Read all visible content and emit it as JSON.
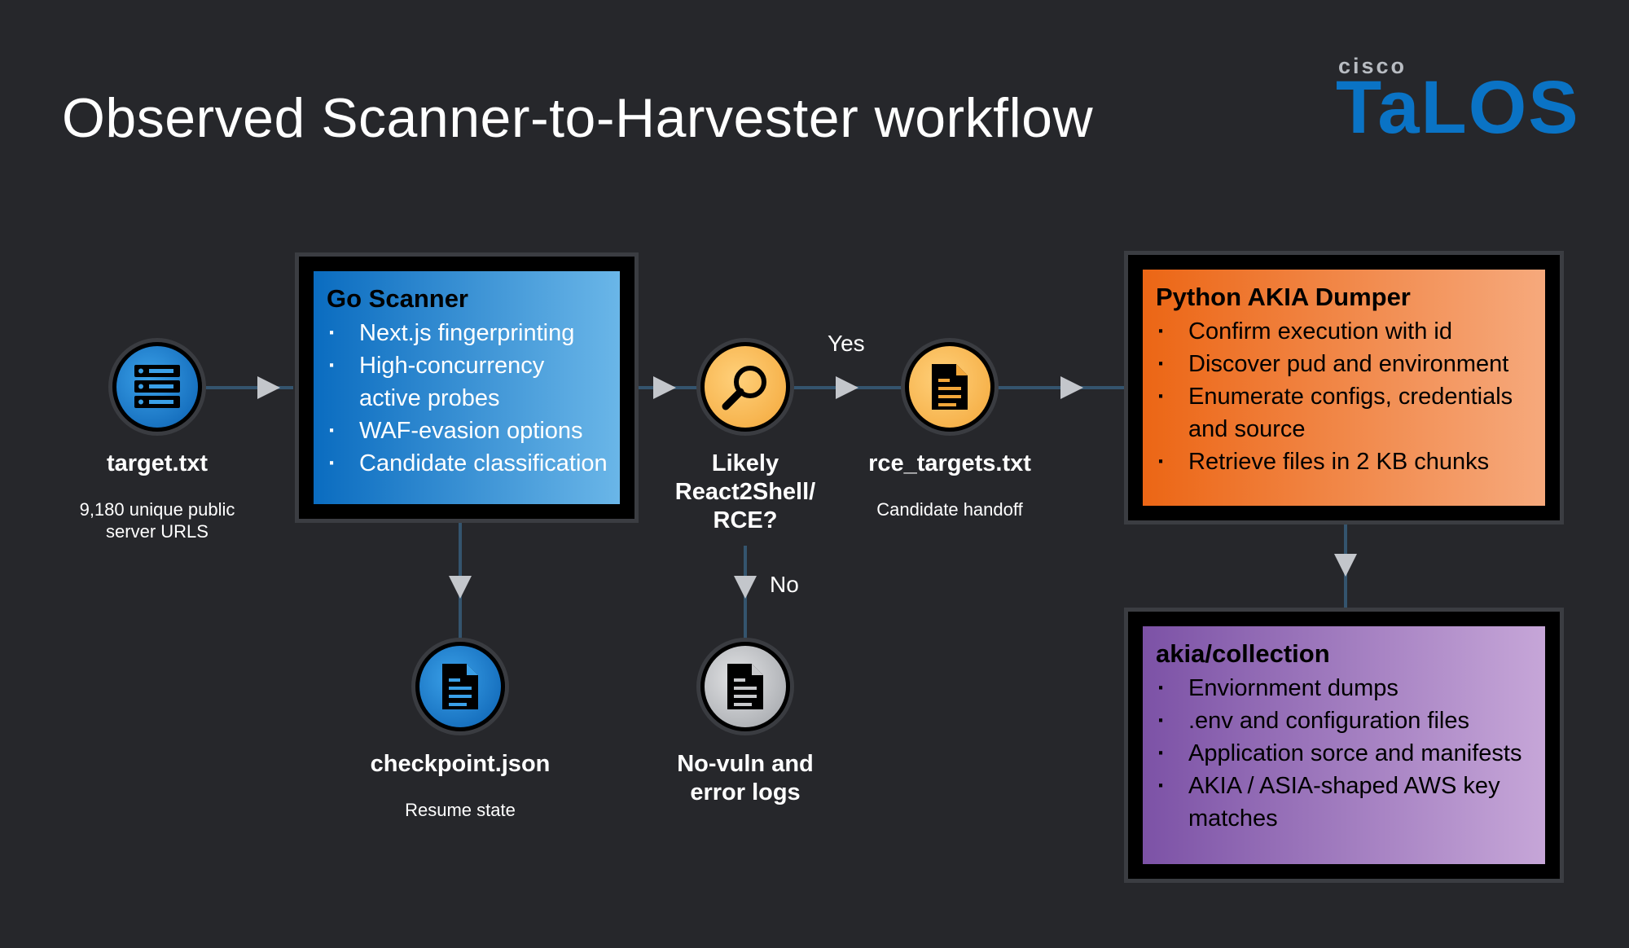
{
  "title": "Observed Scanner-to-Harvester workflow",
  "brand": {
    "small": "cisco",
    "big": "TaLOS",
    "color": "#0a73c5"
  },
  "nodes": {
    "target": {
      "label": "target.txt",
      "sub": "9,180 unique public server URLS",
      "icon": "server-icon"
    },
    "checkpoint": {
      "label": "checkpoint.json",
      "sub": "Resume state",
      "icon": "document-icon"
    },
    "decision": {
      "label": "Likely React2Shell/ RCE?",
      "icon": "magnifier-icon"
    },
    "novuln": {
      "label": "No-vuln and error logs",
      "icon": "document-icon"
    },
    "rce": {
      "label": "rce_targets.txt",
      "sub": "Candidate handoff",
      "icon": "document-icon"
    }
  },
  "edges": {
    "yes": "Yes",
    "no": "No"
  },
  "boxes": {
    "go_scanner": {
      "title": "Go Scanner",
      "items": [
        "Next.js fingerprinting",
        "High-concurrency active probes",
        "WAF-evasion options",
        "Candidate classification"
      ]
    },
    "python_dumper": {
      "title": "Python AKIA Dumper",
      "items": [
        "Confirm execution with id",
        "Discover pud and environment",
        "Enumerate configs, credentials and source",
        "Retrieve files in 2 KB chunks"
      ]
    },
    "collection": {
      "title": "akia/collection",
      "items": [
        "Enviornment dumps",
        ".env and configuration files",
        "Application sorce and manifests",
        "AKIA / ASIA-shaped AWS key matches"
      ]
    }
  },
  "colors": {
    "background": "#26272b",
    "connector": "#34546e",
    "arrow": "#c3c6cb",
    "blue": "#0a6cc0",
    "orange": "#ec6615",
    "purple": "#7c52a6"
  }
}
